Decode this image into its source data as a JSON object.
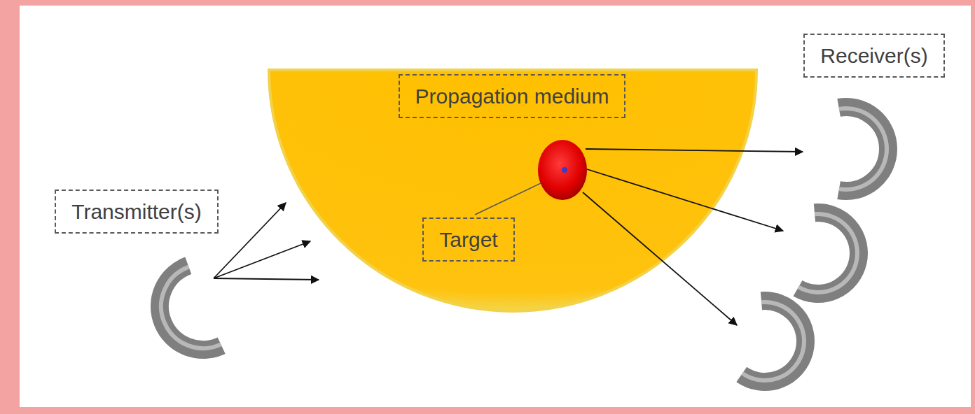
{
  "diagram": {
    "nodes": [
      {
        "text": [
          "Propagation medium"
        ]
      },
      {
        "text": [
          "Receiver(s)"
        ]
      },
      {
        "text": [
          "Transmitter(s)"
        ]
      },
      {
        "text": [
          "Target"
        ]
      }
    ]
  }
}
